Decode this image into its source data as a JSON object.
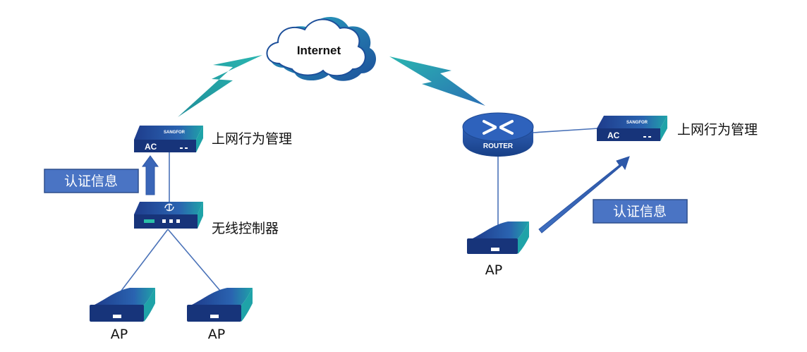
{
  "cloud": {
    "label": "Internet"
  },
  "left_site": {
    "ac": {
      "badge": "AC",
      "brand": "SANGFOR",
      "caption": "上网行为管理"
    },
    "auth_box": {
      "label": "认证信息"
    },
    "controller": {
      "caption": "无线控制器"
    },
    "aps": [
      {
        "label": "AP"
      },
      {
        "label": "AP"
      }
    ]
  },
  "right_site": {
    "router": {
      "label": "ROUTER"
    },
    "ac": {
      "badge": "AC",
      "brand": "SANGFOR",
      "caption": "上网行为管理"
    },
    "auth_box": {
      "label": "认证信息"
    },
    "ap": {
      "label": "AP"
    }
  },
  "colors": {
    "line": "#4a72b8",
    "box_fill": "#4a74c4",
    "box_stroke": "#2e4f8c",
    "device_dark": "#1e3c8c",
    "device_teal": "#1f9aa5",
    "lightning": "#27a0a4"
  }
}
